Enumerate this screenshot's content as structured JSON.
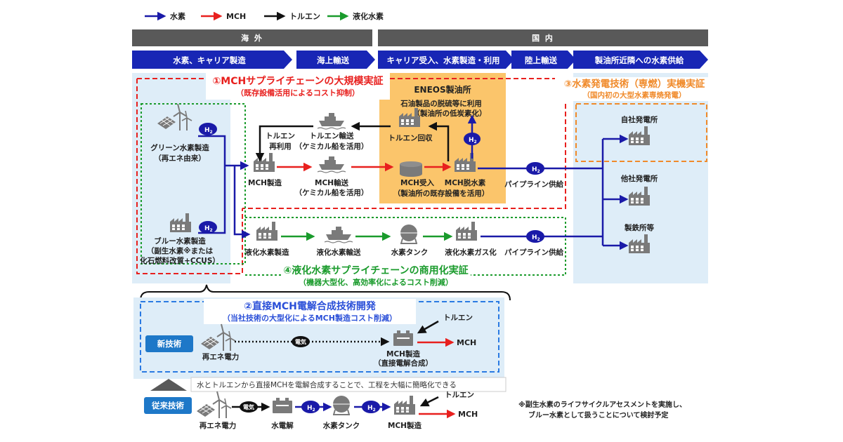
{
  "legend": {
    "items": [
      {
        "label": "水素",
        "color": "#1a1aa8"
      },
      {
        "label": "MCH",
        "color": "#e8201e"
      },
      {
        "label": "トルエン",
        "color": "#111111"
      },
      {
        "label": "液化水素",
        "color": "#1a9b2c"
      }
    ]
  },
  "regions": {
    "overseas": "海 外",
    "domestic": "国 内"
  },
  "stages": [
    "水素、キャリア製造",
    "海上輸送",
    "キャリア受入、水素製造・利用",
    "陸上輸送",
    "製油所近隣への水素供給"
  ],
  "project1": {
    "title": "①MCHサプライチェーンの大規模実証",
    "subtitle": "（既存設備活用によるコスト抑制）"
  },
  "project2": {
    "title": "②直接MCH電解合成技術開発",
    "subtitle": "（当社技術の大型化によるMCH製造コスト削減）"
  },
  "project3": {
    "title": "③水素発電技術（専燃）実機実証",
    "subtitle": "（国内初の大型水素専焼発電）"
  },
  "project4": {
    "title": "④液化水素サプライチェーンの商用化実証",
    "subtitle": "（機器大型化、高効率化によるコスト削減）"
  },
  "refinery": {
    "name": "ENEOS製油所",
    "desulfur": [
      "石油製品の脱硫等に利用",
      "（製油所の低炭素化）"
    ],
    "toluene_recovery": "トルエン回収",
    "mch_receive": [
      "MCH受入",
      "（製油所の既存設備を活用）"
    ],
    "dehydro": "MCH脱水素"
  },
  "nodes": {
    "green_h2": [
      "グリーン水素製造",
      "（再エネ由来）"
    ],
    "blue_h2": [
      "ブルー水素製造",
      "（副生水素※または",
      "化石燃料改質+CCUS）"
    ],
    "mch_prod": "MCH製造",
    "toluene_ship": [
      "トルエン輸送",
      "（ケミカル船を活用）"
    ],
    "toluene_reuse": [
      "トルエン",
      "再利用"
    ],
    "mch_ship": [
      "MCH輸送",
      "（ケミカル船を活用）"
    ],
    "pipeline1": "パイプライン供給",
    "pipeline2": "パイプライン供給",
    "lh2_prod": "液化水素製造",
    "lh2_ship": "液化水素輸送",
    "h2_tank": "水素タンク",
    "lh2_gas": "液化水素ガス化",
    "own_power": "自社発電所",
    "other_power": "他社発電所",
    "steel": "製鉄所等"
  },
  "h2_label": "H",
  "h2_sub": "2",
  "new_tech": {
    "badge": "新技術",
    "renew": "再エネ電力",
    "elec": "電気",
    "toluene": "トルエン",
    "mch_make": [
      "MCH製造",
      "（直接電解合成）"
    ],
    "mch": "MCH"
  },
  "note_simplify": "水とトルエンから直接MCHを電解合成することで、工程を大幅に簡略化できる",
  "old_tech": {
    "badge": "従来技術",
    "renew": "再エネ電力",
    "elec": "電気",
    "electrolysis": "水電解",
    "tank": "水素タンク",
    "mch_make": "MCH製造",
    "toluene": "トルエン",
    "mch": "MCH"
  },
  "footnote": [
    "※副生水素のライフサイクルアセスメントを実施し、",
    "ブルー水素として扱うことについて検討予定"
  ]
}
